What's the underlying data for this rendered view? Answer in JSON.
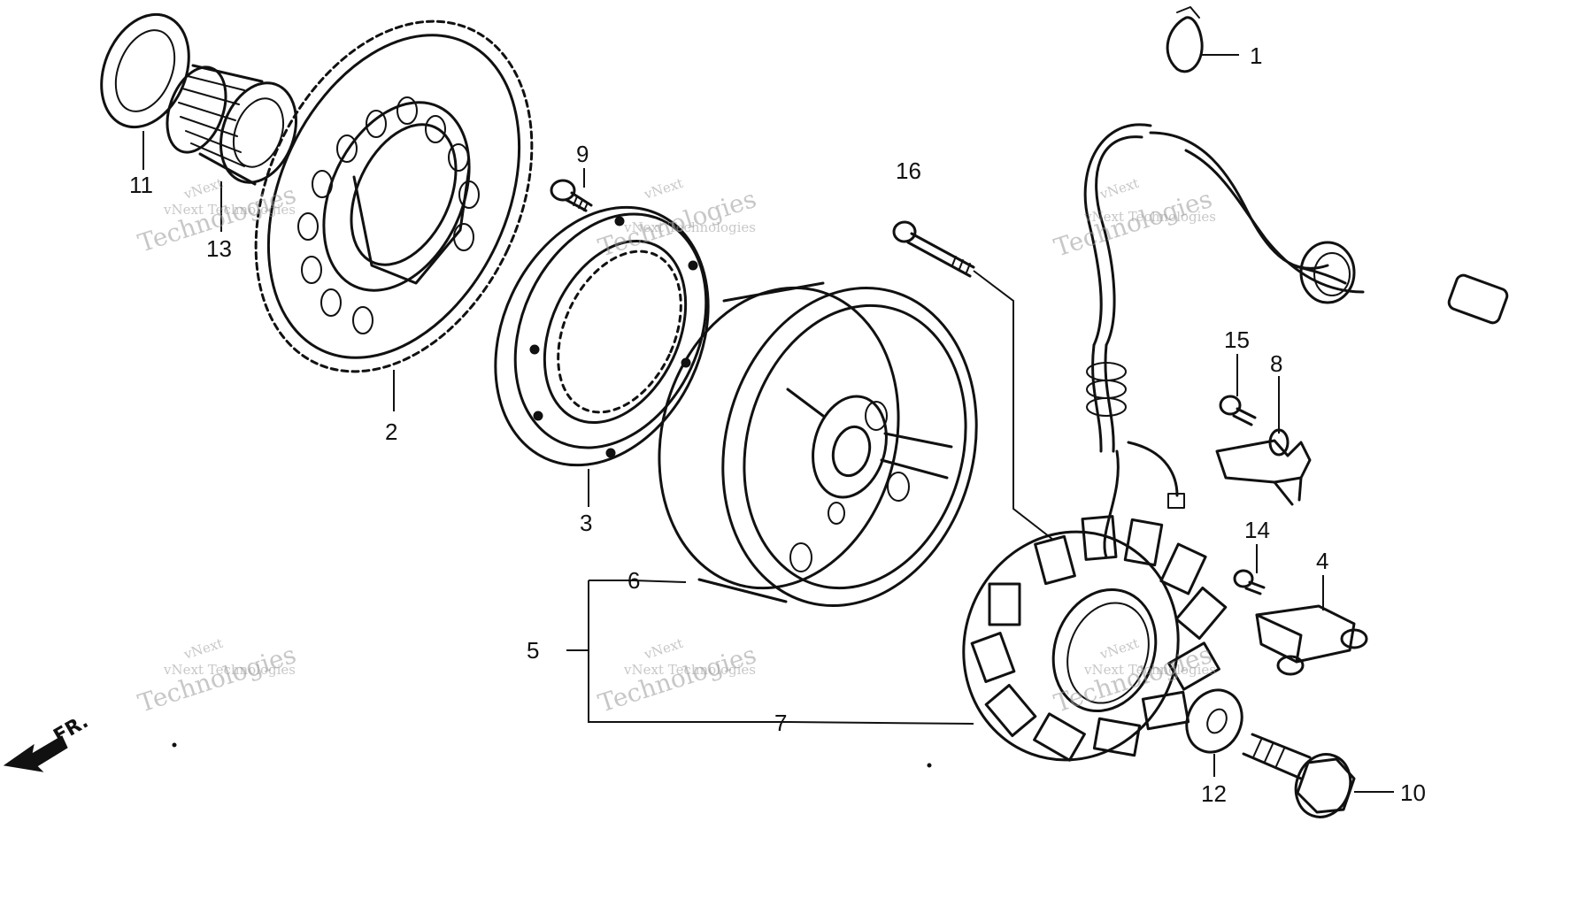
{
  "diagram": {
    "callouts": [
      {
        "id": "1",
        "label": "1"
      },
      {
        "id": "2",
        "label": "2"
      },
      {
        "id": "3",
        "label": "3"
      },
      {
        "id": "4",
        "label": "4"
      },
      {
        "id": "5",
        "label": "5"
      },
      {
        "id": "6",
        "label": "6"
      },
      {
        "id": "7",
        "label": "7"
      },
      {
        "id": "8",
        "label": "8"
      },
      {
        "id": "9",
        "label": "9"
      },
      {
        "id": "10",
        "label": "10"
      },
      {
        "id": "11",
        "label": "11"
      },
      {
        "id": "12",
        "label": "12"
      },
      {
        "id": "13",
        "label": "13"
      },
      {
        "id": "14",
        "label": "14"
      },
      {
        "id": "15",
        "label": "15"
      },
      {
        "id": "16",
        "label": "16"
      }
    ],
    "direction_label": "FR.",
    "watermark": {
      "line1": "vNext",
      "line2": "vNext Technologies",
      "line3": "Technologies"
    }
  }
}
